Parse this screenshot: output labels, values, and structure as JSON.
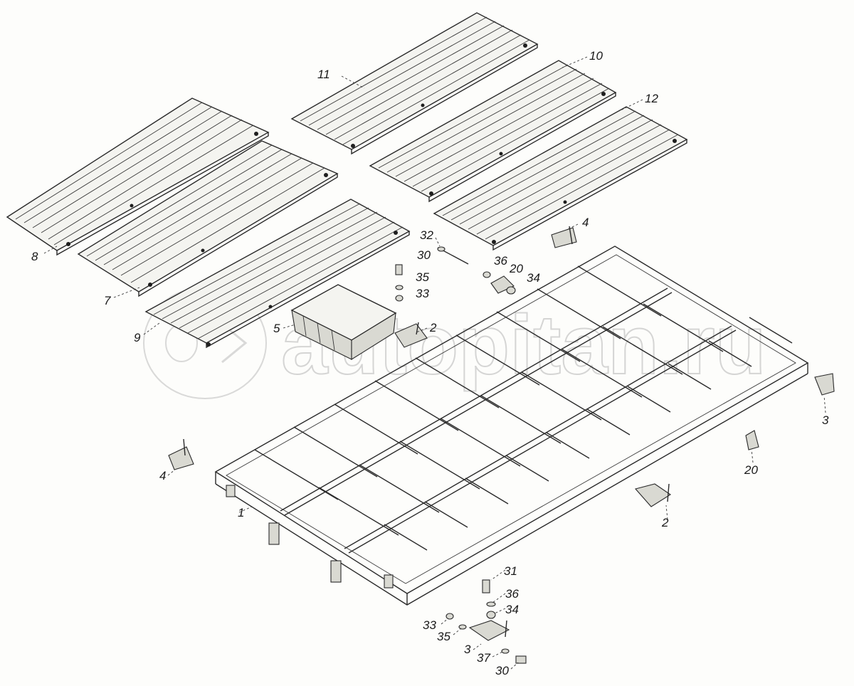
{
  "watermark": {
    "text": "autopitan.ru"
  },
  "callouts": [
    "1",
    "2",
    "2",
    "3",
    "3",
    "4",
    "4",
    "5",
    "7",
    "8",
    "9",
    "10",
    "11",
    "12",
    "20",
    "20",
    "30",
    "30",
    "31",
    "32",
    "33",
    "33",
    "34",
    "34",
    "35",
    "35",
    "36",
    "36",
    "37"
  ]
}
